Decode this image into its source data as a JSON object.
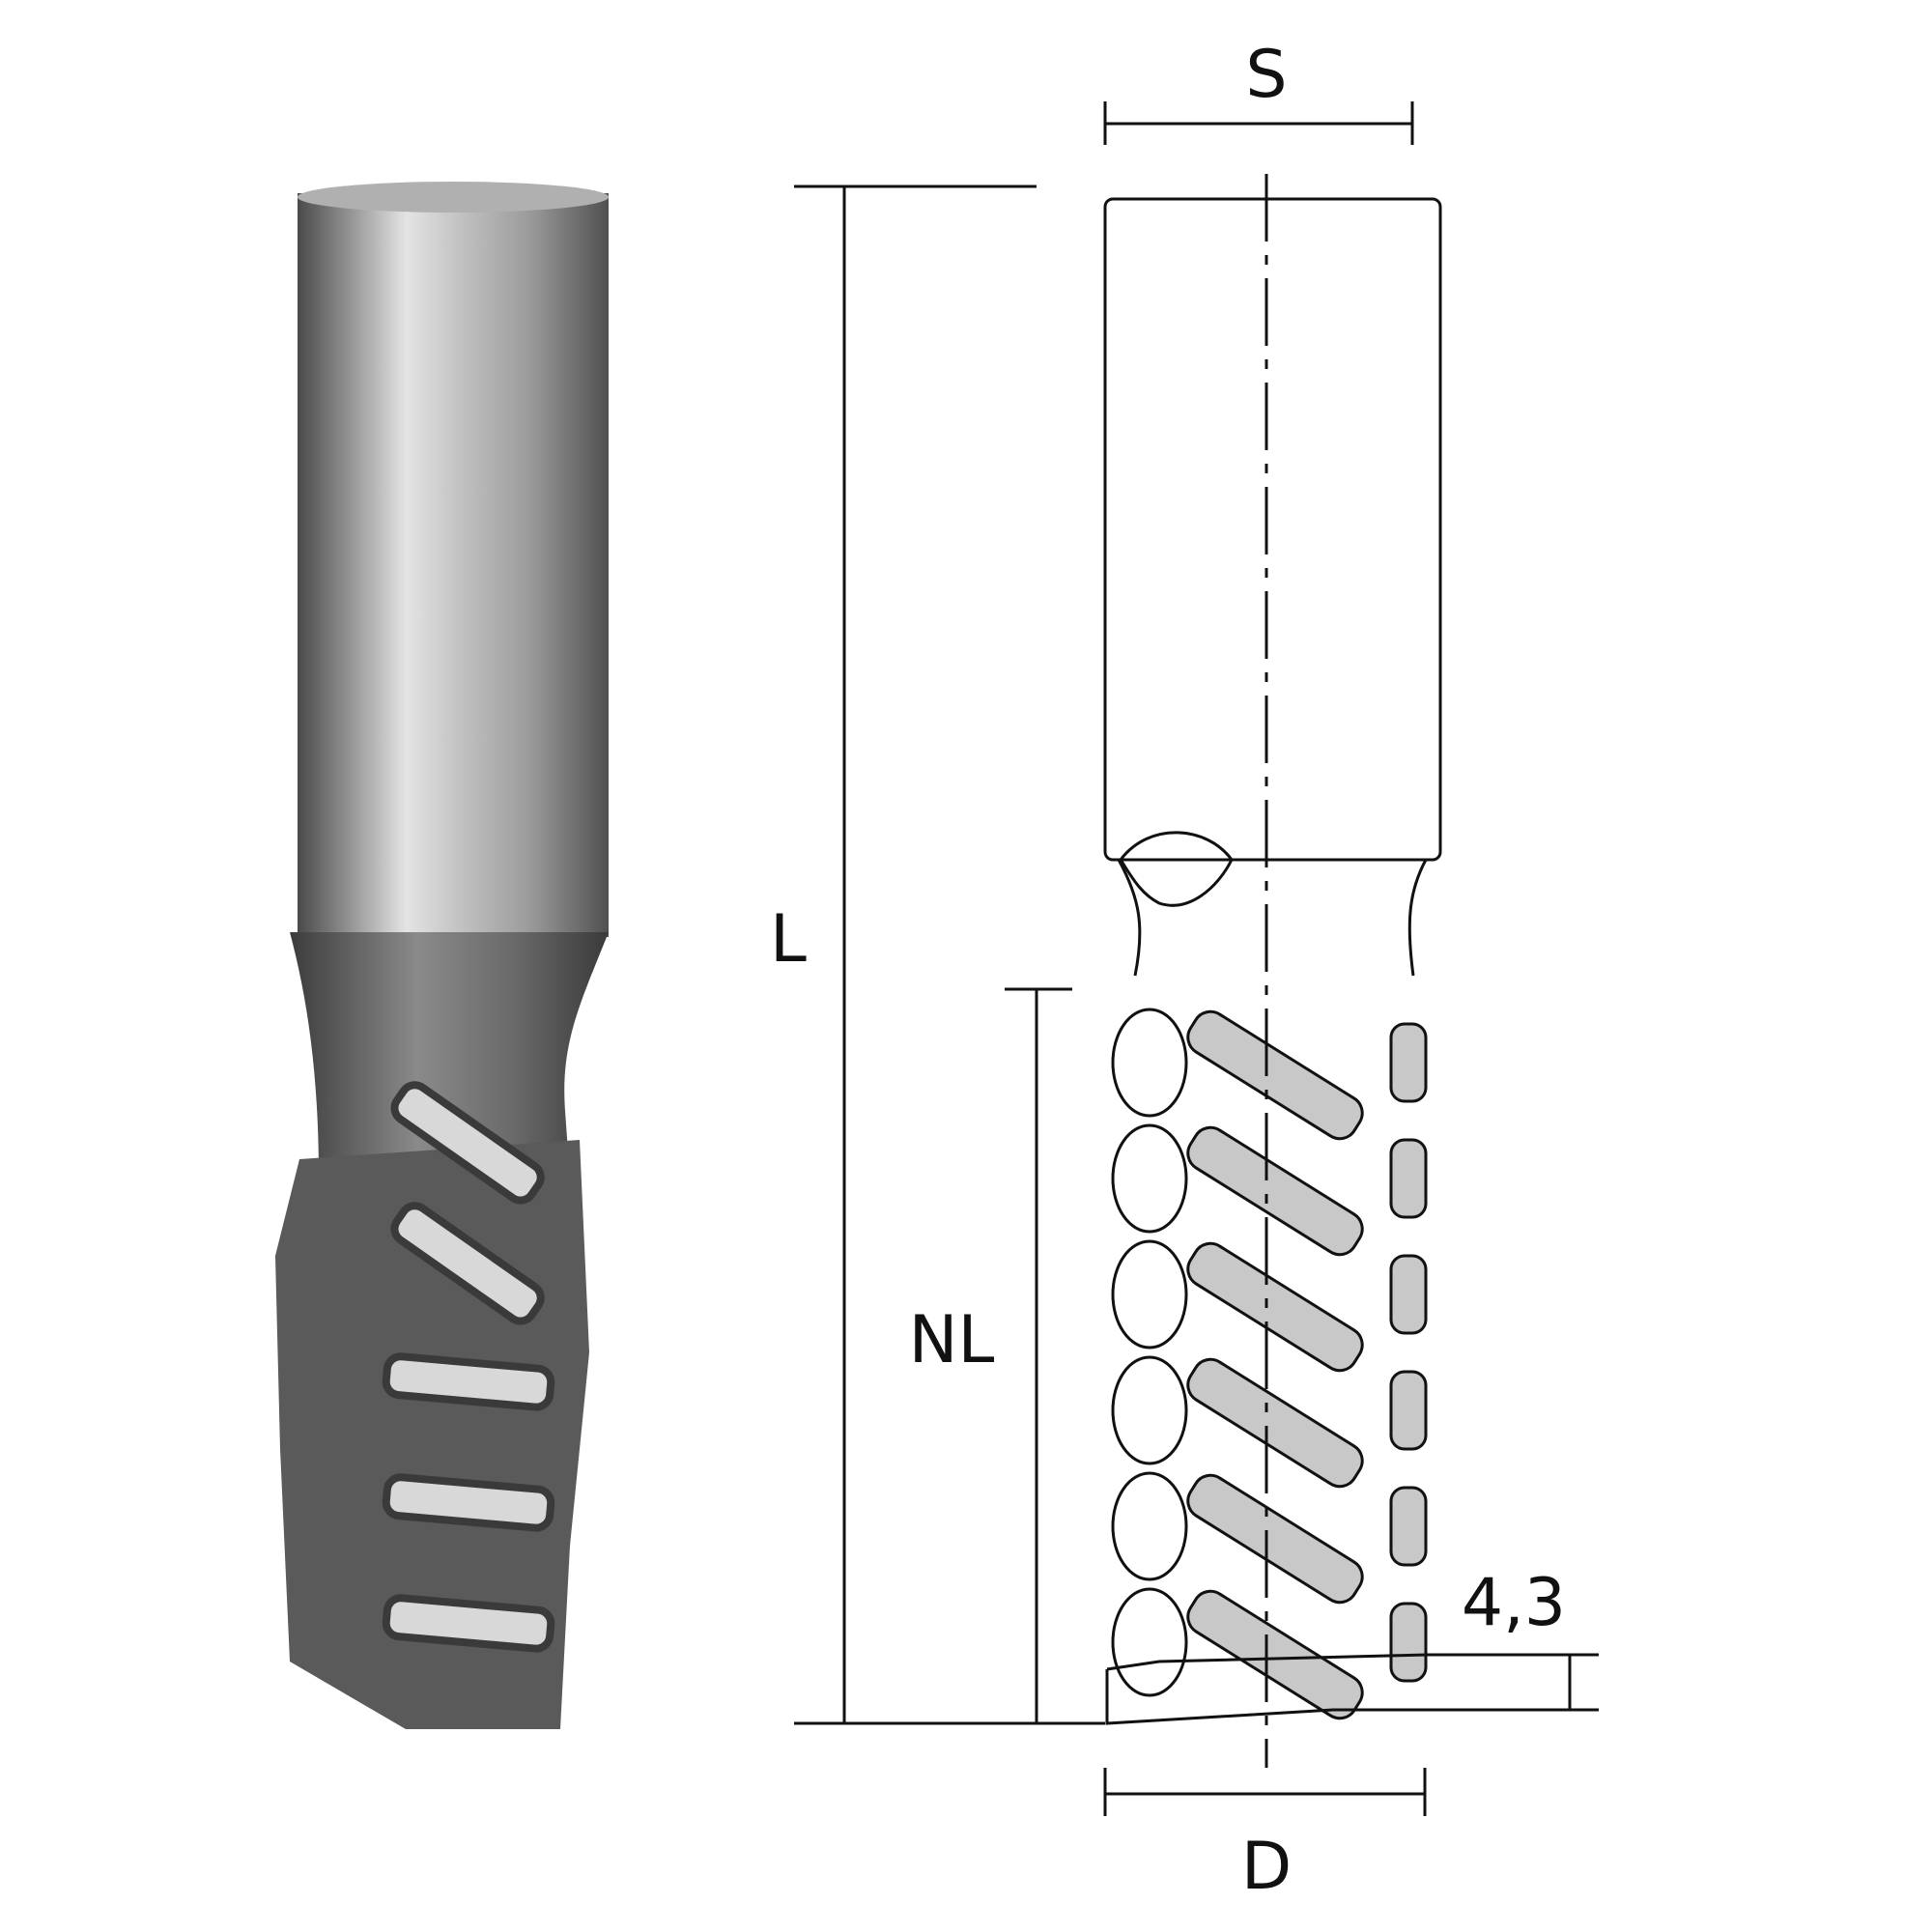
{
  "labels": {
    "shank_diameter": "S",
    "total_length": "L",
    "cutting_length": "NL",
    "cutting_diameter": "D",
    "tip_height": "4,3"
  },
  "colors": {
    "line": "#111111",
    "insert_fill": "#c8c8c8",
    "tool_dark": "#3a3a3a",
    "tool_light": "#d8d8d8"
  }
}
